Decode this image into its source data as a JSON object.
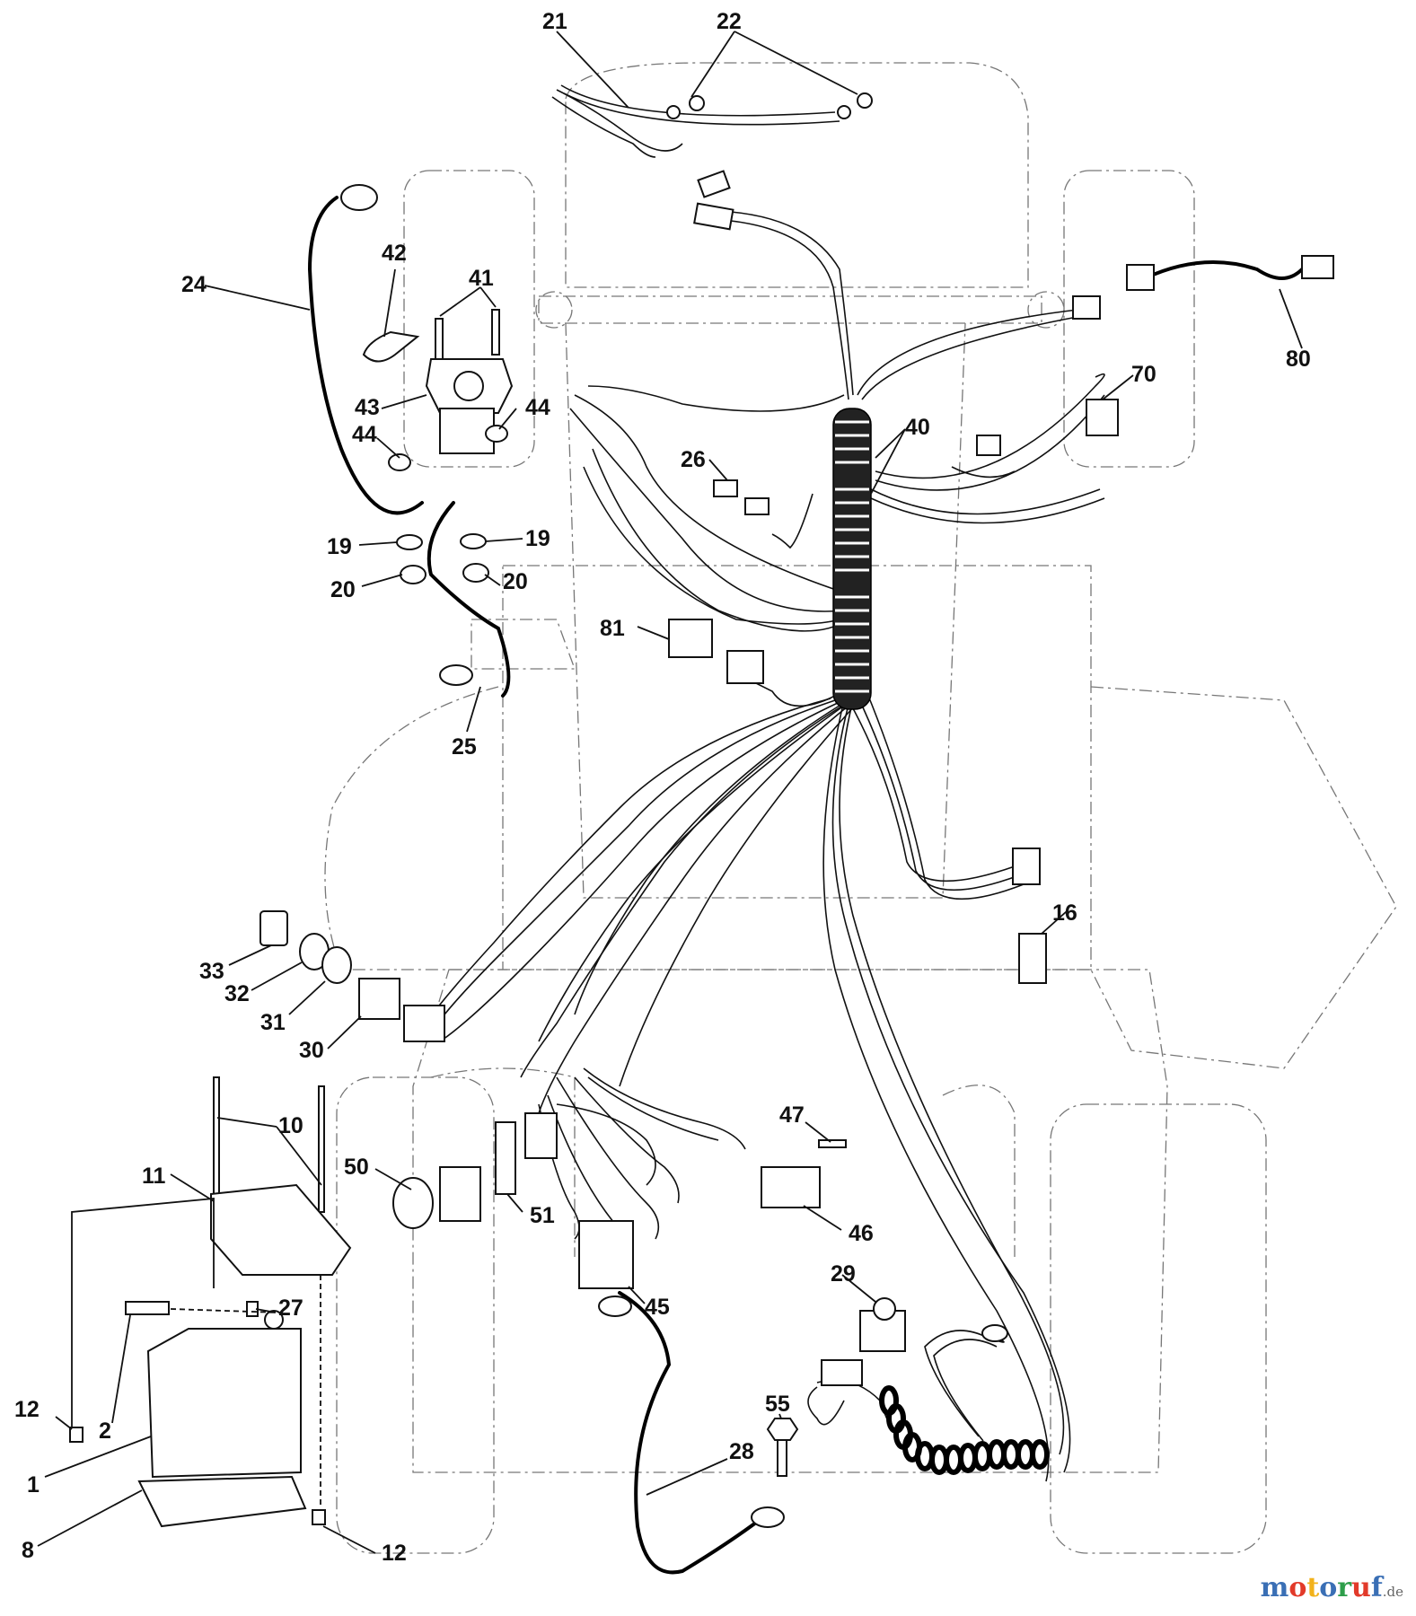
{
  "callouts": [
    "21",
    "22",
    "24",
    "42",
    "41",
    "43",
    "44",
    "44",
    "19",
    "19",
    "20",
    "20",
    "25",
    "26",
    "40",
    "70",
    "80",
    "81",
    "16",
    "33",
    "32",
    "31",
    "30",
    "10",
    "11",
    "50",
    "51",
    "47",
    "46",
    "45",
    "29",
    "27",
    "12",
    "2",
    "1",
    "8",
    "12",
    "55",
    "28"
  ],
  "watermark": {
    "name": "motoruf",
    "tld": ".de",
    "colors": [
      "#3a6fb5",
      "#e23a2a",
      "#f2b21b",
      "#3a6fb5",
      "#2e9e4a",
      "#e23a2a",
      "#3a6fb5"
    ]
  }
}
